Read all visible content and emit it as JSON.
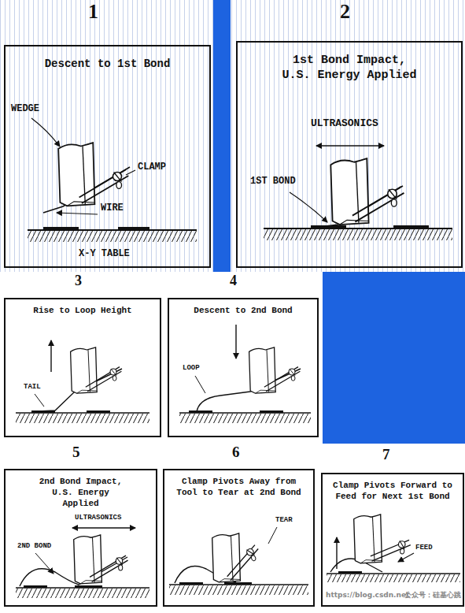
{
  "diagram": {
    "nodes": [
      {
        "text": [
          "Descent to 1st Bond"
        ]
      },
      {
        "text": [
          "1st Bond Impact, U.S. Energy Applied"
        ]
      },
      {
        "text": [
          "Rise to Loop Height"
        ]
      },
      {
        "text": [
          "Descent to 2nd Bond"
        ]
      },
      {
        "text": [
          "2nd Bond Impact, U.S. Energy Applied"
        ]
      },
      {
        "text": [
          "Clamp Pivots Away from Tool to Tear at 2nd Bond"
        ]
      },
      {
        "text": [
          "Clamp Pivots Forward to Feed for Next 1st Bond"
        ]
      }
    ],
    "labels": [
      "1",
      "2",
      "3",
      "4",
      "5",
      "6",
      "7",
      "WEDGE",
      "CLAMP",
      "WIRE",
      "X-Y TABLE",
      "ULTRASONICS",
      "1ST BOND",
      "TAIL",
      "LOOP",
      "ULTRASONICS",
      "2ND BOND",
      "TEAR",
      "FEED",
      "https://blog.csdn.net",
      "公众号：硅基心跳"
    ]
  }
}
